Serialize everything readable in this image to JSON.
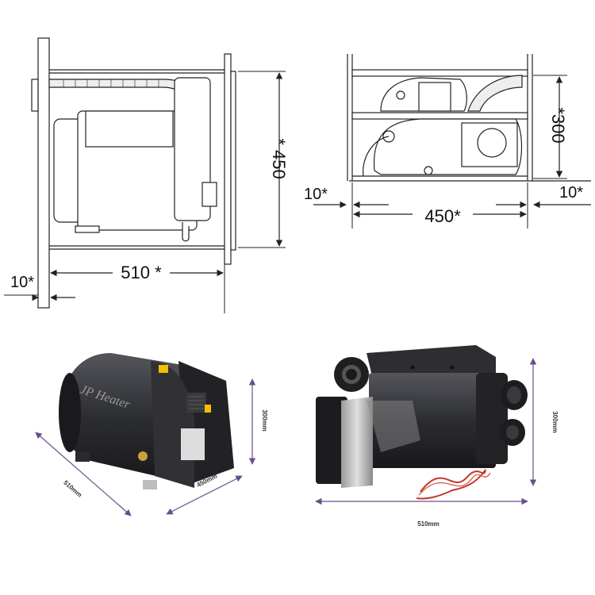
{
  "drawing_side": {
    "width_label": "510",
    "height_label": "450",
    "clearance_label": "10",
    "marker": "*"
  },
  "drawing_front": {
    "width_label": "450",
    "height_label": "300",
    "clearance_left_label": "10",
    "clearance_right_label": "10",
    "marker": "*"
  },
  "photo_left": {
    "brand_text": "JP Heater",
    "height_label": "300mm",
    "depth_label": "450mm",
    "length_label": "510mm"
  },
  "photo_right": {
    "height_label": "300mm",
    "length_label": "510mm"
  },
  "colors": {
    "line": "#222222",
    "dim_arrow": "#6a4d8c",
    "heater_body": "#2b2b2f",
    "wire": "#c0392b"
  }
}
